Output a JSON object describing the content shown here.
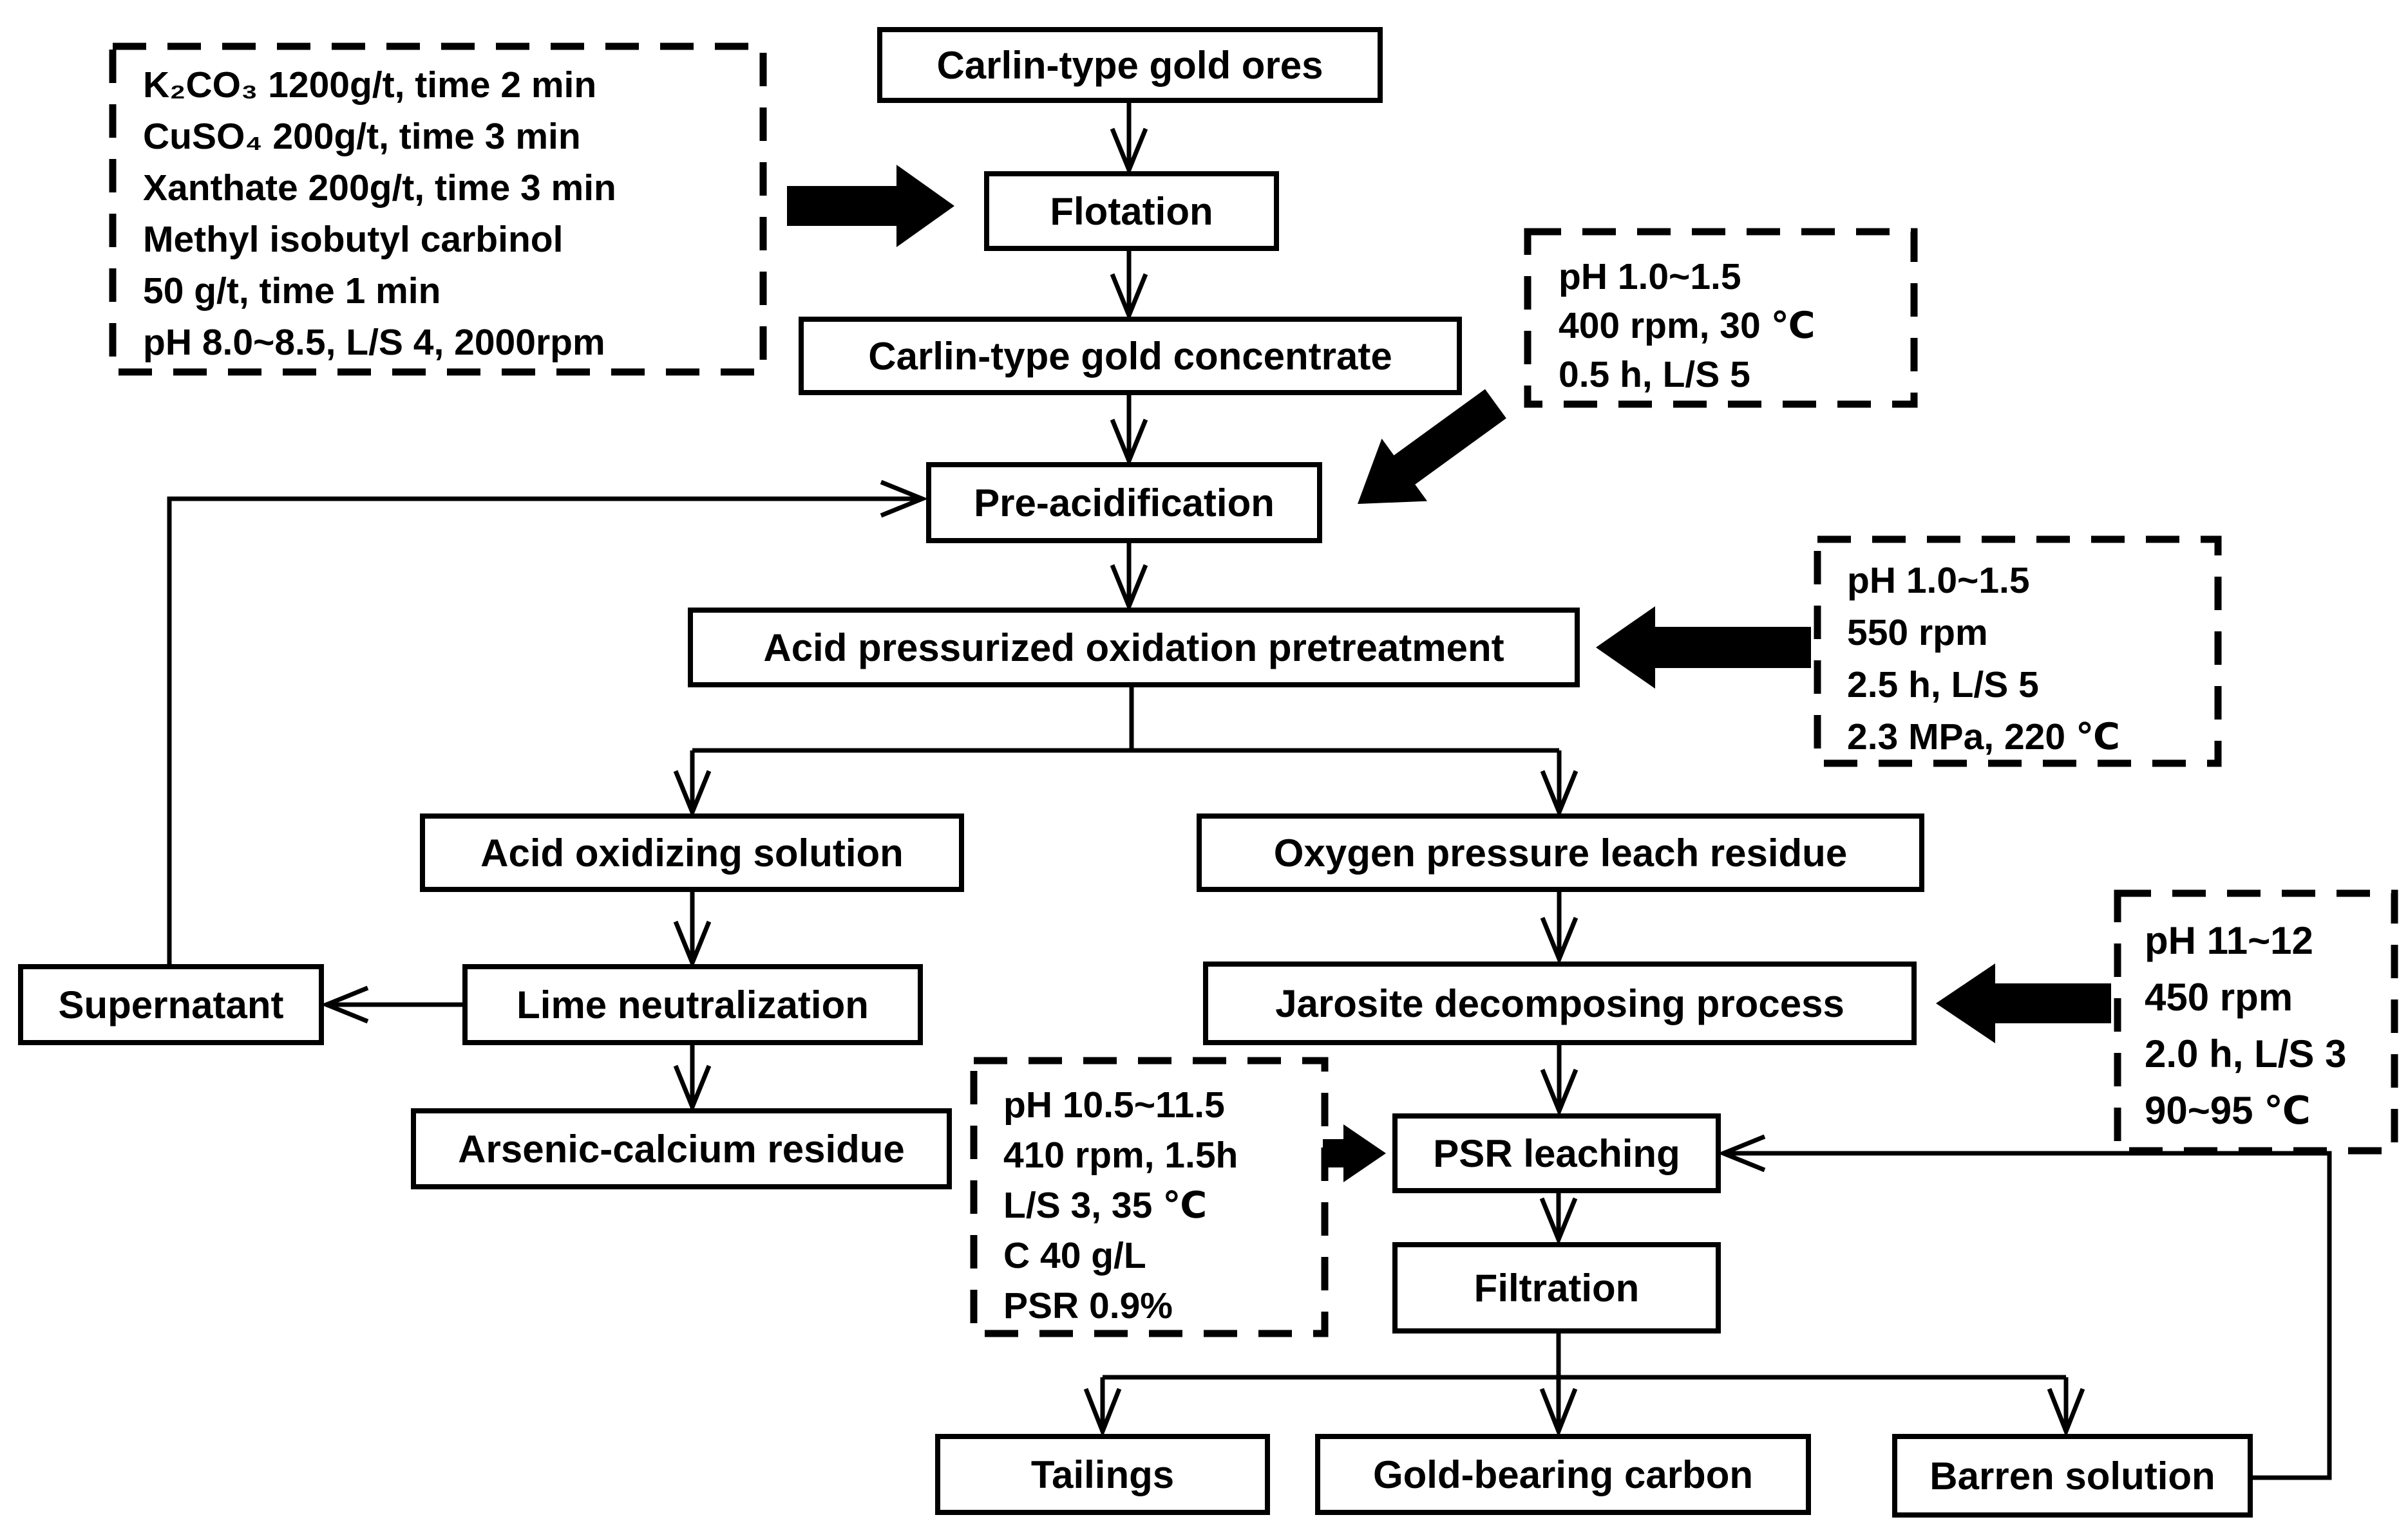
{
  "colors": {
    "line": "#000000",
    "background": "#ffffff",
    "box_background": "#ffffff"
  },
  "boxes": {
    "carlin_type_gold_ores": {
      "label": "Carlin-type gold ores"
    },
    "flotation": {
      "label": "Flotation"
    },
    "carlin_type_gold_concentrate": {
      "label": "Carlin-type gold concentrate"
    },
    "pre_acidification": {
      "label": "Pre-acidification"
    },
    "acid_pressurized_oxidation_pretreatment": {
      "label": "Acid pressurized oxidation pretreatment"
    },
    "acid_oxidizing_solution": {
      "label": "Acid oxidizing solution"
    },
    "oxygen_pressure_leach_residue": {
      "label": "Oxygen pressure leach residue"
    },
    "supernatant": {
      "label": "Supernatant"
    },
    "lime_neutralization": {
      "label": "Lime neutralization"
    },
    "jarosite_decomposing_process": {
      "label": "Jarosite decomposing process"
    },
    "arsenic_calcium_residue": {
      "label": "Arsenic-calcium residue"
    },
    "psr_leaching": {
      "label": "PSR leaching"
    },
    "filtration": {
      "label": "Filtration"
    },
    "tailings": {
      "label": "Tailings"
    },
    "gold_bearing_carbon": {
      "label": "Gold-bearing carbon"
    },
    "barren_solution": {
      "label": "Barren solution"
    }
  },
  "params": {
    "flotation_conditions": {
      "lines": [
        "K₂CO₃ 1200g/t, time 2 min",
        "CuSO₄ 200g/t, time 3 min",
        "Xanthate 200g/t, time 3 min",
        "Methyl isobutyl carbinol",
        "50 g/t, time 1 min",
        "pH 8.0~8.5, L/S 4, 2000rpm"
      ]
    },
    "pre_acidification_conditions": {
      "lines": [
        "pH 1.0~1.5",
        "400 rpm, 30 ℃",
        "0.5 h, L/S 5"
      ]
    },
    "oxidation_conditions": {
      "lines": [
        "pH 1.0~1.5",
        "550 rpm",
        "2.5 h, L/S 5",
        "2.3 MPa, 220 ℃"
      ]
    },
    "jarosite_conditions": {
      "lines": [
        "pH 11~12",
        "450 rpm",
        "2.0 h, L/S 3",
        "90~95 ℃"
      ]
    },
    "psr_conditions": {
      "lines": [
        "pH 10.5~11.5",
        "410 rpm, 1.5h",
        "L/S 3, 35 ℃",
        "C 40 g/L",
        "PSR 0.9%"
      ]
    }
  }
}
